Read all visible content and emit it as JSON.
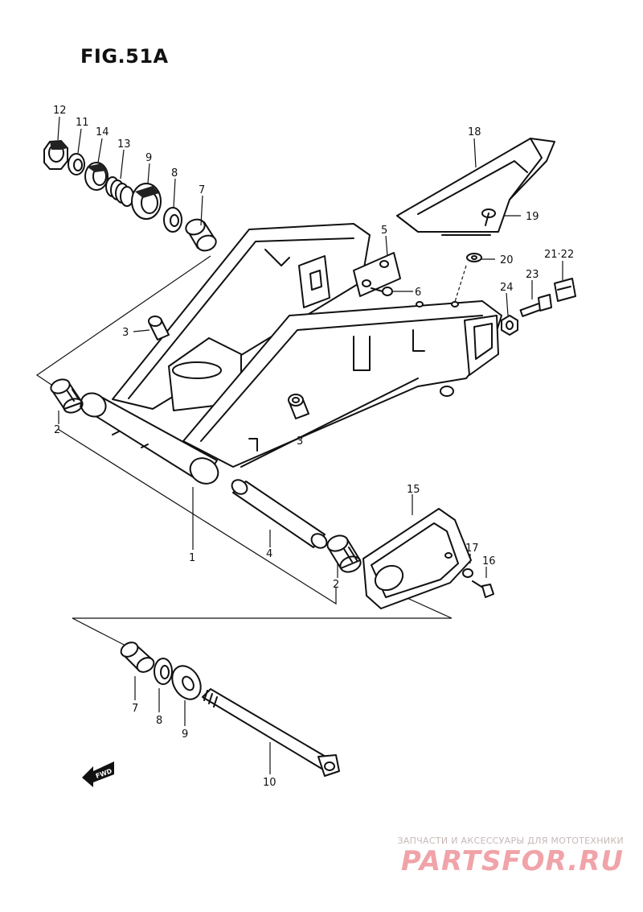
{
  "figure": {
    "title": "FIG.51A"
  },
  "callouts": [
    {
      "id": "c12",
      "text": "12"
    },
    {
      "id": "c11",
      "text": "11"
    },
    {
      "id": "c14",
      "text": "14"
    },
    {
      "id": "c13",
      "text": "13"
    },
    {
      "id": "c9a",
      "text": "9"
    },
    {
      "id": "c8a",
      "text": "8"
    },
    {
      "id": "c7a",
      "text": "7"
    },
    {
      "id": "c18",
      "text": "18"
    },
    {
      "id": "c19",
      "text": "19"
    },
    {
      "id": "c5",
      "text": "5"
    },
    {
      "id": "c6",
      "text": "6"
    },
    {
      "id": "c20",
      "text": "20"
    },
    {
      "id": "c2122",
      "text": "21·22"
    },
    {
      "id": "c23",
      "text": "23"
    },
    {
      "id": "c24",
      "text": "24"
    },
    {
      "id": "c3a",
      "text": "3"
    },
    {
      "id": "c3b",
      "text": "3"
    },
    {
      "id": "c2a",
      "text": "2"
    },
    {
      "id": "c1",
      "text": "1"
    },
    {
      "id": "c4",
      "text": "4"
    },
    {
      "id": "c2b",
      "text": "2"
    },
    {
      "id": "c15",
      "text": "15"
    },
    {
      "id": "c17",
      "text": "17"
    },
    {
      "id": "c16",
      "text": "16"
    },
    {
      "id": "c7b",
      "text": "7"
    },
    {
      "id": "c8b",
      "text": "8"
    },
    {
      "id": "c9b",
      "text": "9"
    },
    {
      "id": "c10",
      "text": "10"
    }
  ],
  "direction_arrow": {
    "text": "FWD",
    "icon": "fwd-arrow-icon"
  },
  "watermark": {
    "caption": "ЗАПЧАСТИ И АКСЕССУАРЫ ДЛЯ МОТОТЕХНИКИ",
    "brand": "PARTSFOR.RU",
    "color": "#f0a3a8"
  }
}
